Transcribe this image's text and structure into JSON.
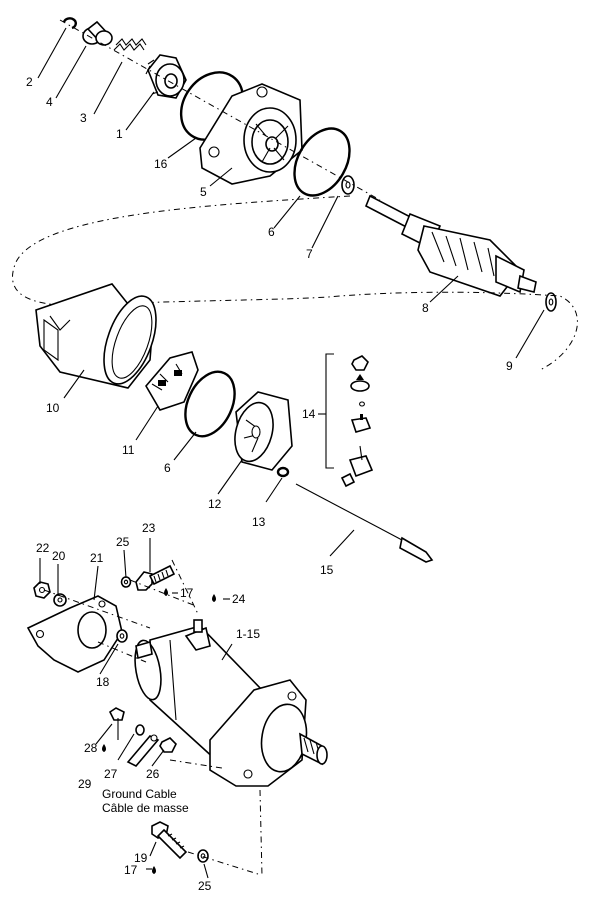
{
  "callouts": [
    {
      "id": "c2",
      "text": "2"
    },
    {
      "id": "c4",
      "text": "4"
    },
    {
      "id": "c3",
      "text": "3"
    },
    {
      "id": "c1",
      "text": "1"
    },
    {
      "id": "c16",
      "text": "16"
    },
    {
      "id": "c5",
      "text": "5"
    },
    {
      "id": "c6a",
      "text": "6"
    },
    {
      "id": "c7",
      "text": "7"
    },
    {
      "id": "c8",
      "text": "8"
    },
    {
      "id": "c9",
      "text": "9"
    },
    {
      "id": "c10",
      "text": "10"
    },
    {
      "id": "c11",
      "text": "11"
    },
    {
      "id": "c6b",
      "text": "6"
    },
    {
      "id": "c12",
      "text": "12"
    },
    {
      "id": "c13",
      "text": "13"
    },
    {
      "id": "c14",
      "text": "14"
    },
    {
      "id": "c15",
      "text": "15"
    },
    {
      "id": "c22",
      "text": "22"
    },
    {
      "id": "c20",
      "text": "20"
    },
    {
      "id": "c21",
      "text": "21"
    },
    {
      "id": "c25a",
      "text": "25"
    },
    {
      "id": "c23",
      "text": "23"
    },
    {
      "id": "c17a",
      "text": "17"
    },
    {
      "id": "c24",
      "text": "24"
    },
    {
      "id": "c1-15",
      "text": "1-15"
    },
    {
      "id": "c18",
      "text": "18"
    },
    {
      "id": "c28",
      "text": "28"
    },
    {
      "id": "c27",
      "text": "27"
    },
    {
      "id": "c26",
      "text": "26"
    },
    {
      "id": "c29",
      "text": "29"
    },
    {
      "id": "c19",
      "text": "19"
    },
    {
      "id": "c17b",
      "text": "17"
    },
    {
      "id": "c25b",
      "text": "25"
    }
  ],
  "ground_cable": {
    "label_en": "Ground Cable",
    "label_fr": "Câble de masse"
  }
}
